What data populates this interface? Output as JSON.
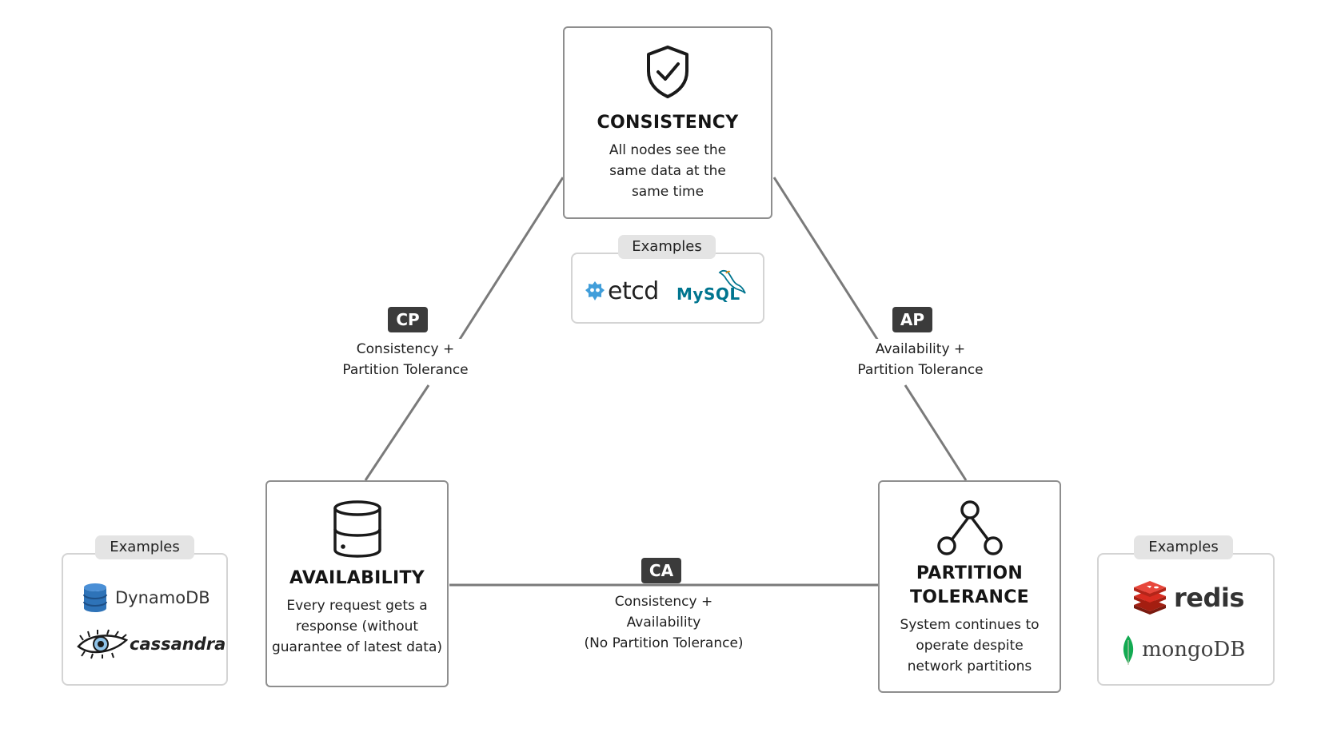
{
  "nodes": {
    "consistency": {
      "title": "CONSISTENCY",
      "desc": [
        "All nodes see the",
        "same data at the",
        "same time"
      ]
    },
    "availability": {
      "title": "AVAILABILITY",
      "desc": [
        "Every request gets a",
        "response (without",
        "guarantee of latest data)"
      ]
    },
    "partition": {
      "title": [
        "PARTITION",
        "TOLERANCE"
      ],
      "desc": [
        "System continues to",
        "operate despite",
        "network partitions"
      ]
    }
  },
  "edges": {
    "cp": {
      "tag": "CP",
      "label": [
        "Consistency +",
        "Partition Tolerance"
      ]
    },
    "ap": {
      "tag": "AP",
      "label": [
        "Availability +",
        "Partition Tolerance"
      ]
    },
    "ca": {
      "tag": "CA",
      "label": [
        "Consistency +",
        "Availability",
        "(No Partition Tolerance)"
      ]
    }
  },
  "examples": {
    "cp": {
      "tab": "Examples",
      "items": [
        "etcd",
        "MySQL"
      ]
    },
    "ap": {
      "tab": "Examples",
      "items": [
        "DynamoDB",
        "cassandra"
      ]
    },
    "ca": {
      "tab": "Examples",
      "items": [
        "redis",
        "mongoDB"
      ]
    }
  },
  "colors": {
    "line": "#7a7a7a",
    "tag_bg": "#3b3b3b",
    "etcd": "#419eda",
    "mysql": "#00758f",
    "mysql_accent": "#f29111",
    "dynamo": "#2e73b8",
    "redis": "#d82c20",
    "mongo_leaf": "#13aa52"
  }
}
